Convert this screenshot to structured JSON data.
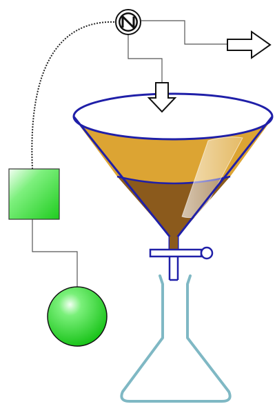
{
  "diagram": {
    "components": {
      "symbol": "switching-regulator-icon",
      "outlet": "outlet-arrow-icon",
      "inlet": "inlet-arrow-icon",
      "funnel": "separatory-funnel",
      "stopcock": "stopcock-valve",
      "flask": "erlenmeyer-flask",
      "controller": "green-controller-box",
      "sensor": "green-sensor-ball"
    },
    "liquid_levels": {
      "upper_layer": "light",
      "lower_layer": "dark"
    },
    "colors": {
      "funnel_outline": "#1f1fa8",
      "upper_liquid": "#dca433",
      "lower_liquid": "#8b5a1c",
      "flask_outline": "#7fb8c4",
      "controller_fill": "#33dd33",
      "sensor_fill": "#22cc22",
      "wire": "#555555",
      "dotted_wire": "#222222"
    }
  }
}
